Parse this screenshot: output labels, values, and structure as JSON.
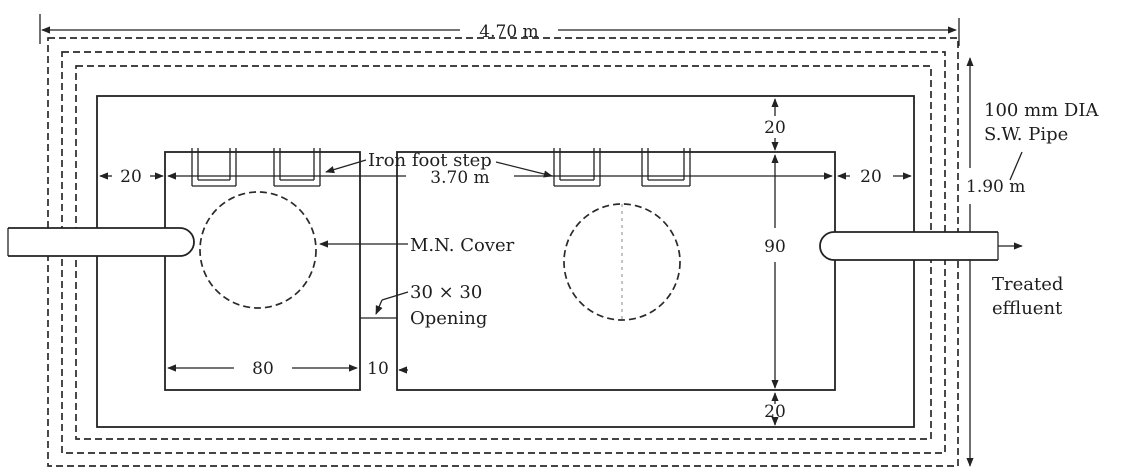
{
  "dimensions": {
    "overall_length": "4.70 m",
    "inner_length": "3.70 m",
    "width": "1.90 m",
    "left_gap": "20",
    "right_gap": "20",
    "top_gap": "20",
    "bottom_gap": "20",
    "chamber_width": "80",
    "partition": "10",
    "inner_width": "90"
  },
  "labels": {
    "foot_step": "Iron foot step",
    "mn_cover": "M.N. Cover",
    "opening_size": "30 × 30",
    "opening_word": "Opening",
    "pipe_line1": "100 mm DIA",
    "pipe_line2": "S.W. Pipe",
    "effluent_line1": "Treated",
    "effluent_line2": "effluent"
  }
}
